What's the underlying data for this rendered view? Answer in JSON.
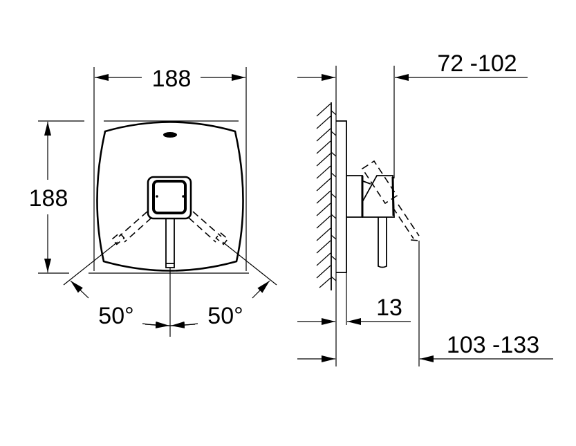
{
  "drawing": {
    "front_view": {
      "width_dimension": "188",
      "height_dimension": "188",
      "left_angle": "50°",
      "right_angle": "50°"
    },
    "side_view": {
      "projection_dimension": "72 -102",
      "plate_thickness_dimension": "13",
      "total_depth_dimension": "103 -133"
    },
    "colors": {
      "line": "#000000",
      "background": "#ffffff"
    }
  }
}
